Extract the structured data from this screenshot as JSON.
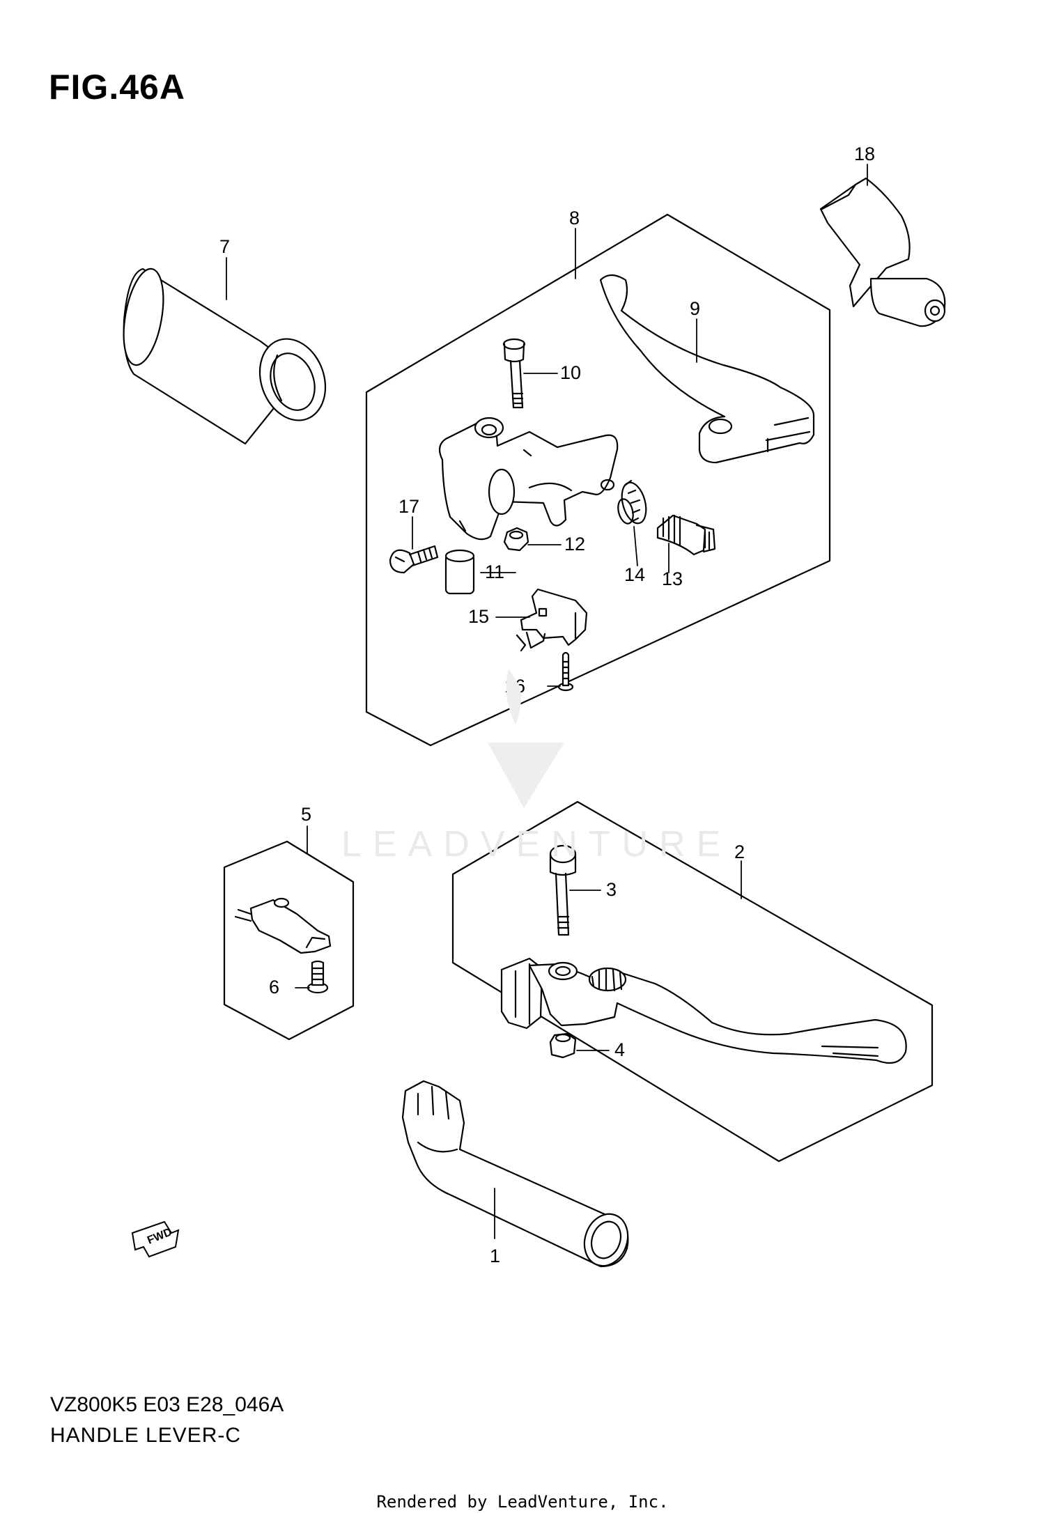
{
  "figure": {
    "title": "FIG.46A",
    "model_code": "VZ800K5 E03 E28_046A",
    "name": "HANDLE LEVER-C",
    "watermark": "LEADVENTURE",
    "fwd_label": "FWD",
    "footer": "Rendered by LeadVenture, Inc."
  },
  "callouts": {
    "c1": "1",
    "c2": "2",
    "c3": "3",
    "c4": "4",
    "c5": "5",
    "c6": "6",
    "c7": "7",
    "c8": "8",
    "c9": "9",
    "c10": "10",
    "c11": "11",
    "c12": "12",
    "c13": "13",
    "c14": "14",
    "c15": "15",
    "c16": "16",
    "c17": "17",
    "c18": "18"
  }
}
